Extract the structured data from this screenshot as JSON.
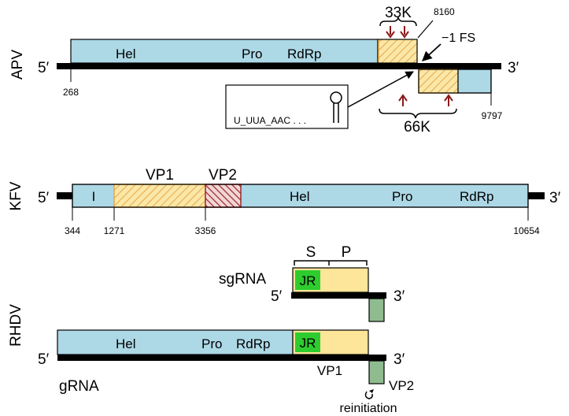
{
  "apv": {
    "name": "APV",
    "five_prime": "5′",
    "three_prime": "3′",
    "domains": [
      "Hel",
      "Pro",
      "RdRp"
    ],
    "protein_33k": "33K",
    "protein_66k": "66K",
    "frameshift": "−1 FS",
    "stem_loop_seq": "U_UUA_AAC . . .",
    "positions": {
      "start": "268",
      "fs_site": "8160",
      "end": "9797"
    }
  },
  "kfv": {
    "name": "KFV",
    "five_prime": "5′",
    "three_prime": "3′",
    "region_i": "I",
    "vp1": "VP1",
    "vp2": "VP2",
    "domains": [
      "Hel",
      "Pro",
      "RdRp"
    ],
    "positions": [
      "344",
      "1271",
      "3356",
      "10654"
    ]
  },
  "rhdv": {
    "name": "RHDV",
    "sgrna": {
      "label": "sgRNA",
      "five_prime": "5′",
      "three_prime": "3′",
      "bracket_s": "S",
      "bracket_p": "P",
      "jr": "JR"
    },
    "grna": {
      "label": "gRNA",
      "five_prime": "5′",
      "three_prime": "3′",
      "domains": [
        "Hel",
        "Pro",
        "RdRp"
      ],
      "jr": "JR",
      "vp1": "VP1",
      "vp2": "VP2",
      "reinitiation": "reinitiation"
    }
  },
  "colors": {
    "orf_blue": "#add8e6",
    "capsid_yellow": "#fde599",
    "hatch_orange": "#e6a84a",
    "hatch_red": "#9b2b2b",
    "arrow_red": "#8b1a1a",
    "jr_green": "#2ecc2e",
    "vp2_green": "#8fbc8f"
  }
}
